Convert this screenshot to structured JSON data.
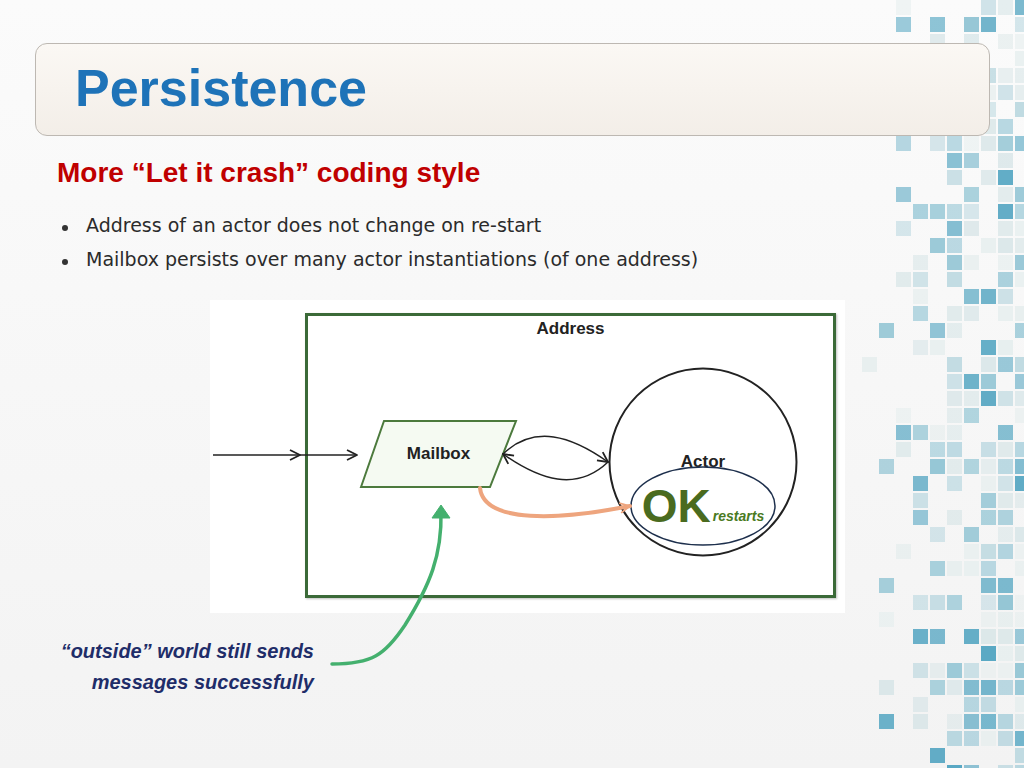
{
  "diagram": {
    "title": "Persistence",
    "nodes": [
      {
        "text": [
          "Address"
        ]
      },
      {
        "text": [
          "Mailbox"
        ],
        "in": 0
      },
      {
        "text": [
          "Actor"
        ],
        "in": 0
      },
      {
        "text": [
          "OK",
          "restarts"
        ],
        "in": 0
      }
    ],
    "edges": [
      {
        "from": 1,
        "to": 2,
        "arrow": "to"
      },
      {
        "from": 2,
        "to": 1,
        "arrow": "to"
      },
      {
        "from": 1,
        "to": 3,
        "arrow": "to"
      }
    ],
    "labels": [
      "More “Let it crash” coding style",
      "Address of an actor does not change on re-start",
      "Mailbox persists over many actor instantiations (of one address)",
      "“outside” world still sends messages successfully"
    ]
  }
}
